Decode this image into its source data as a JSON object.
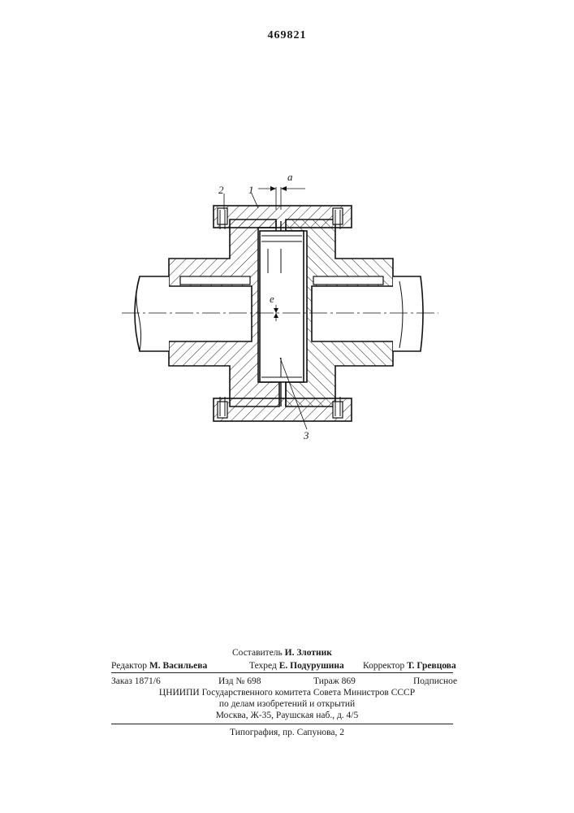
{
  "patent_number": "469821",
  "drawing": {
    "labels": {
      "part1": "1",
      "part2": "2",
      "part3": "3",
      "dim_a": "a",
      "dim_e": "e"
    }
  },
  "footer": {
    "compiler": {
      "role": "Составитель",
      "name": "И. Злотник"
    },
    "editor": {
      "role": "Редактор",
      "name": "М. Васильева"
    },
    "techred": {
      "role": "Техред",
      "name": "Е. Подурушина"
    },
    "corrector": {
      "role": "Корректор",
      "name": "Т. Гревцова"
    },
    "order": "Заказ 1871/6",
    "edition": "Изд № 698",
    "print_run": "Тираж 869",
    "subscription": "Подписное",
    "org_line1": "ЦНИИПИ Государственного комитета Совета Министров СССР",
    "org_line2": "по делам изобретений и открытий",
    "org_line3": "Москва, Ж-35, Раушская наб., д. 4/5",
    "printshop": "Типография, пр. Сапунова, 2"
  }
}
